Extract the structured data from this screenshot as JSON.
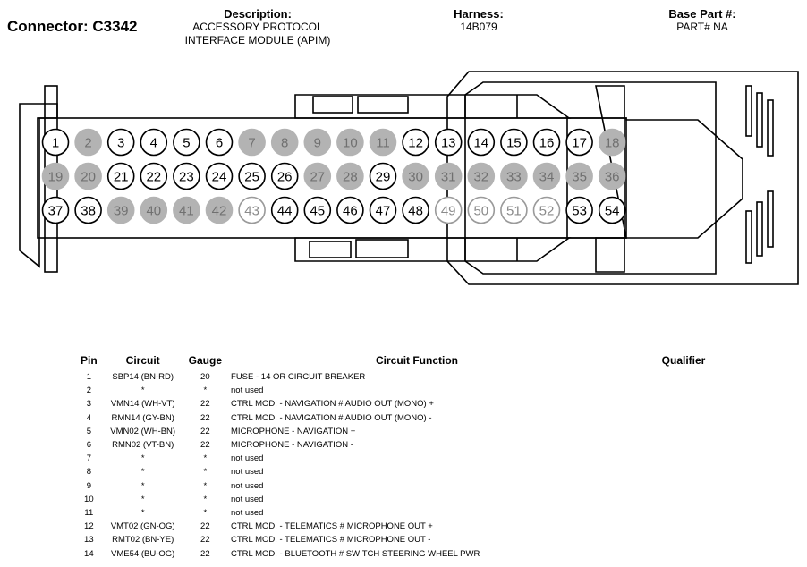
{
  "header": {
    "connector": "Connector: C3342",
    "description_label": "Description:",
    "description_line1": "ACCESSORY PROTOCOL",
    "description_line2": "INTERFACE MODULE (APIM)",
    "harness_label": "Harness:",
    "harness_value": "14B079",
    "base_part_label": "Base Part #:",
    "base_part_value": "PART# NA"
  },
  "pins_used": [
    1,
    3,
    4,
    5,
    6,
    12,
    13,
    14,
    15,
    16,
    17,
    21,
    22,
    23,
    24,
    25,
    26,
    29,
    37,
    38,
    43,
    44,
    45,
    46,
    47,
    48,
    49,
    50,
    51,
    52,
    53,
    54
  ],
  "pins_dim": [
    43,
    49,
    50,
    51,
    52
  ],
  "colors": {
    "unused_pin": "#b3b3b3",
    "outline": "#000000"
  },
  "table": {
    "headers": {
      "pin": "Pin",
      "circuit": "Circuit",
      "gauge": "Gauge",
      "function": "Circuit Function",
      "qualifier": "Qualifier"
    },
    "rows": [
      {
        "pin": "1",
        "circuit": "SBP14 (BN-RD)",
        "gauge": "20",
        "function": "FUSE - 14 OR CIRCUIT BREAKER",
        "qualifier": ""
      },
      {
        "pin": "2",
        "circuit": "*",
        "gauge": "*",
        "function": "not used",
        "qualifier": ""
      },
      {
        "pin": "3",
        "circuit": "VMN14 (WH-VT)",
        "gauge": "22",
        "function": "CTRL MOD. - NAVIGATION # AUDIO OUT (MONO) +",
        "qualifier": ""
      },
      {
        "pin": "4",
        "circuit": "RMN14 (GY-BN)",
        "gauge": "22",
        "function": "CTRL MOD. - NAVIGATION # AUDIO OUT (MONO) -",
        "qualifier": ""
      },
      {
        "pin": "5",
        "circuit": "VMN02 (WH-BN)",
        "gauge": "22",
        "function": "MICROPHONE - NAVIGATION +",
        "qualifier": ""
      },
      {
        "pin": "6",
        "circuit": "RMN02 (VT-BN)",
        "gauge": "22",
        "function": "MICROPHONE - NAVIGATION -",
        "qualifier": ""
      },
      {
        "pin": "7",
        "circuit": "*",
        "gauge": "*",
        "function": "not used",
        "qualifier": ""
      },
      {
        "pin": "8",
        "circuit": "*",
        "gauge": "*",
        "function": "not used",
        "qualifier": ""
      },
      {
        "pin": "9",
        "circuit": "*",
        "gauge": "*",
        "function": "not used",
        "qualifier": ""
      },
      {
        "pin": "10",
        "circuit": "*",
        "gauge": "*",
        "function": "not used",
        "qualifier": ""
      },
      {
        "pin": "11",
        "circuit": "*",
        "gauge": "*",
        "function": "not used",
        "qualifier": ""
      },
      {
        "pin": "12",
        "circuit": "VMT02 (GN-OG)",
        "gauge": "22",
        "function": "CTRL MOD. - TELEMATICS # MICROPHONE OUT +",
        "qualifier": ""
      },
      {
        "pin": "13",
        "circuit": "RMT02 (BN-YE)",
        "gauge": "22",
        "function": "CTRL MOD. - TELEMATICS # MICROPHONE OUT -",
        "qualifier": ""
      },
      {
        "pin": "14",
        "circuit": "VME54 (BU-OG)",
        "gauge": "22",
        "function": "CTRL MOD. - BLUETOOTH # SWITCH STEERING WHEEL PWR",
        "qualifier": ""
      }
    ]
  }
}
